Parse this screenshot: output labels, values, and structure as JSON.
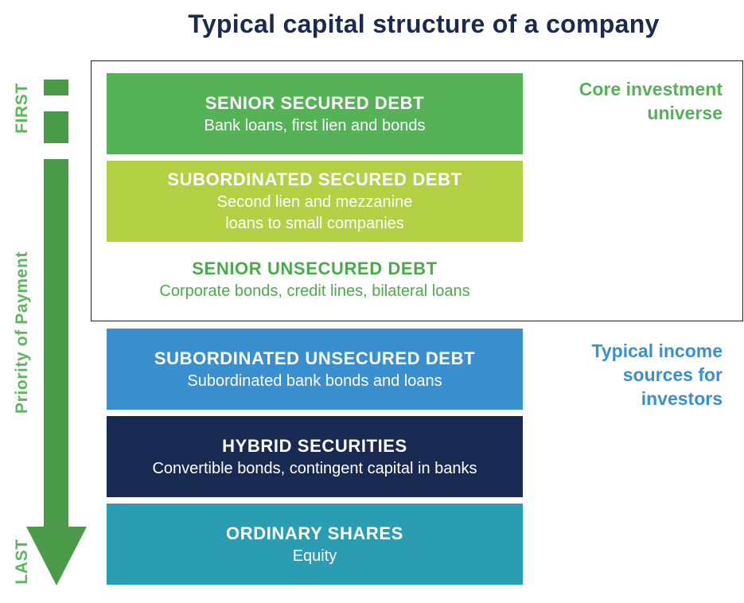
{
  "title": "Typical capital structure of a company",
  "axis": {
    "first_label": "FIRST",
    "middle_label": "Priority of Payment",
    "last_label": "LAST"
  },
  "tiers": [
    {
      "name": "SENIOR SECURED DEBT",
      "desc": [
        "Bank loans, first lien and bonds"
      ],
      "bg": "#55b257",
      "text_color": "#ffffff"
    },
    {
      "name": "SUBORDINATED SECURED DEBT",
      "desc": [
        "Second lien and mezzanine",
        "loans to small companies"
      ],
      "bg": "#b4d045",
      "text_color": "#ffffff"
    },
    {
      "name": "SENIOR UNSECURED DEBT",
      "desc": [
        "Corporate bonds, credit lines, bilateral loans"
      ],
      "bg": "#ffffff",
      "text_color": "#4caa4c"
    },
    {
      "name": "SUBORDINATED UNSECURED DEBT",
      "desc": [
        "Subordinated bank bonds and loans"
      ],
      "bg": "#3a8fcf",
      "text_color": "#ffffff"
    },
    {
      "name": "HYBRID SECURITIES",
      "desc": [
        "Convertible bonds, contingent capital in banks"
      ],
      "bg": "#192a52",
      "text_color": "#ffffff"
    },
    {
      "name": "ORDINARY SHARES",
      "desc": [
        "Equity"
      ],
      "bg": "#2b9db2",
      "text_color": "#ffffff"
    }
  ],
  "notes": {
    "core": [
      "Core investment",
      "universe"
    ],
    "income": [
      "Typical income",
      "sources for",
      "investors"
    ]
  },
  "colors": {
    "title": "#1b2a4e",
    "core_note": "#55b257",
    "income_note": "#3a8fcf",
    "arrow": "#4a9a4a"
  }
}
